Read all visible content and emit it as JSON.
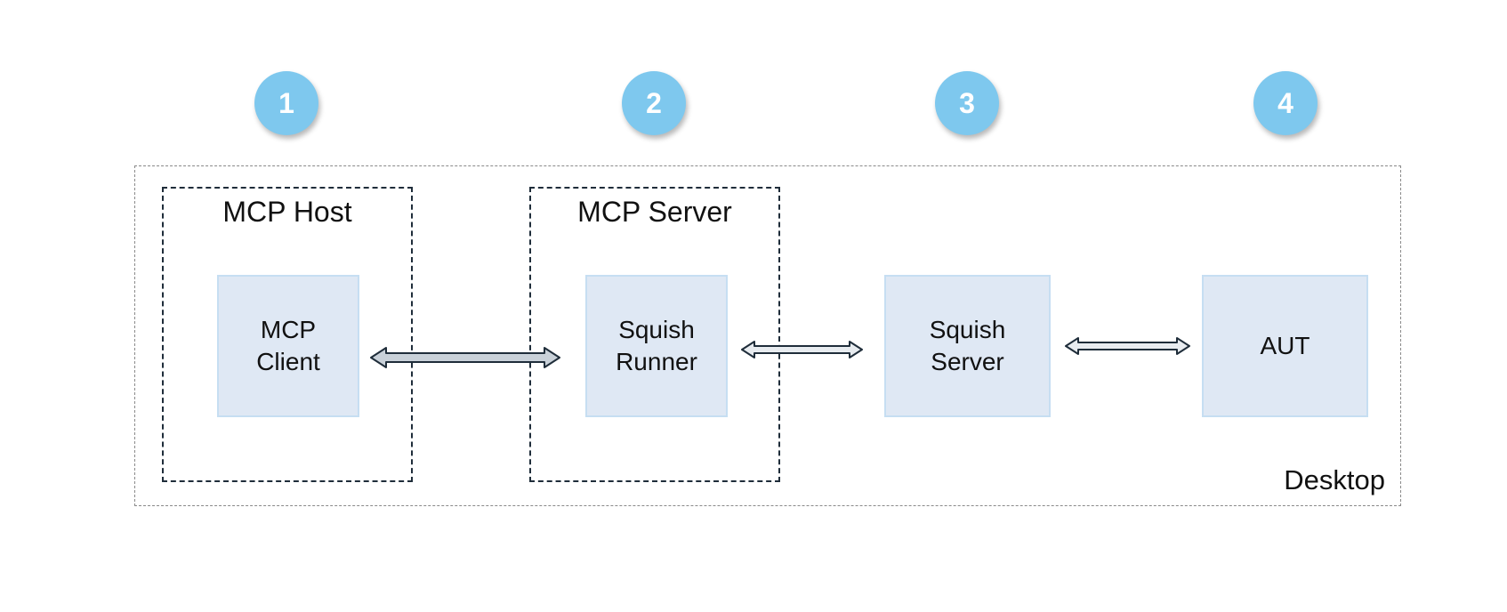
{
  "steps": [
    "1",
    "2",
    "3",
    "4"
  ],
  "colors": {
    "badge": "#7ec8ee",
    "node_fill": "#dfe8f4",
    "node_border": "#c6def2",
    "dashed_border": "#1f2d3a",
    "arrow_fill": "#c9d1d9",
    "arrow_stroke": "#1f2d3a"
  },
  "desktop": {
    "label": "Desktop"
  },
  "groups": {
    "host": {
      "title": "MCP Host"
    },
    "server": {
      "title": "MCP Server"
    }
  },
  "nodes": {
    "mcp_client": "MCP\nClient",
    "squish_runner": "Squish\nRunner",
    "squish_server": "Squish\nServer",
    "aut": "AUT"
  },
  "connections": [
    {
      "from": "MCP Client",
      "to": "Squish Runner",
      "direction": "bidirectional"
    },
    {
      "from": "Squish Runner",
      "to": "Squish Server",
      "direction": "bidirectional"
    },
    {
      "from": "Squish Server",
      "to": "AUT",
      "direction": "bidirectional"
    }
  ]
}
